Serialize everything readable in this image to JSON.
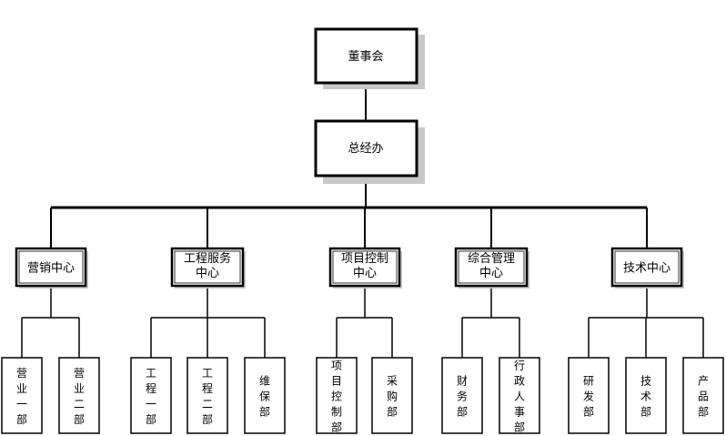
{
  "top": [
    {
      "id": "board",
      "label": "董事会"
    },
    {
      "id": "office",
      "label": "总经办"
    }
  ],
  "centers": [
    {
      "id": "marketing",
      "lines": [
        "营销中心"
      ],
      "departments": [
        {
          "id": "sales1",
          "label": "营业一部"
        },
        {
          "id": "sales2",
          "label": "营业二部"
        }
      ]
    },
    {
      "id": "engineering",
      "lines": [
        "工程服务",
        "中心"
      ],
      "departments": [
        {
          "id": "eng1",
          "label": "工程一部"
        },
        {
          "id": "eng2",
          "label": "工程二部"
        },
        {
          "id": "maint",
          "label": "维保部"
        }
      ]
    },
    {
      "id": "project-control",
      "lines": [
        "项目控制",
        "中心"
      ],
      "departments": [
        {
          "id": "projctl",
          "label": "项目控制部"
        },
        {
          "id": "purchase",
          "label": "采购部"
        }
      ]
    },
    {
      "id": "admin",
      "lines": [
        "综合管理",
        "中心"
      ],
      "departments": [
        {
          "id": "finance",
          "label": "财务部"
        },
        {
          "id": "hr",
          "label": "行政人事部"
        }
      ]
    },
    {
      "id": "technology",
      "lines": [
        "技术中心"
      ],
      "departments": [
        {
          "id": "rnd",
          "label": "研发部"
        },
        {
          "id": "tech",
          "label": "技术部"
        },
        {
          "id": "product",
          "label": "产品部"
        }
      ]
    }
  ]
}
